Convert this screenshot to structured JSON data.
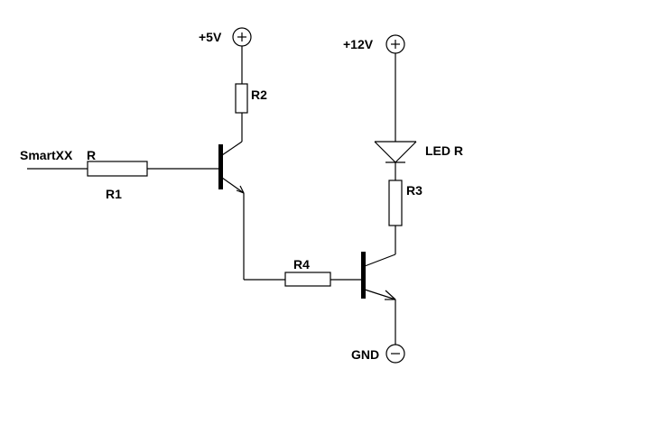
{
  "labels": {
    "smartxx": "SmartXX",
    "r": "R",
    "r1": "R1",
    "r2": "R2",
    "r3": "R3",
    "r4": "R4",
    "v5": "+5V",
    "v12": "+12V",
    "led": "LED R",
    "gnd": "GND"
  },
  "colors": {
    "stroke": "#000000",
    "background": "#ffffff"
  }
}
